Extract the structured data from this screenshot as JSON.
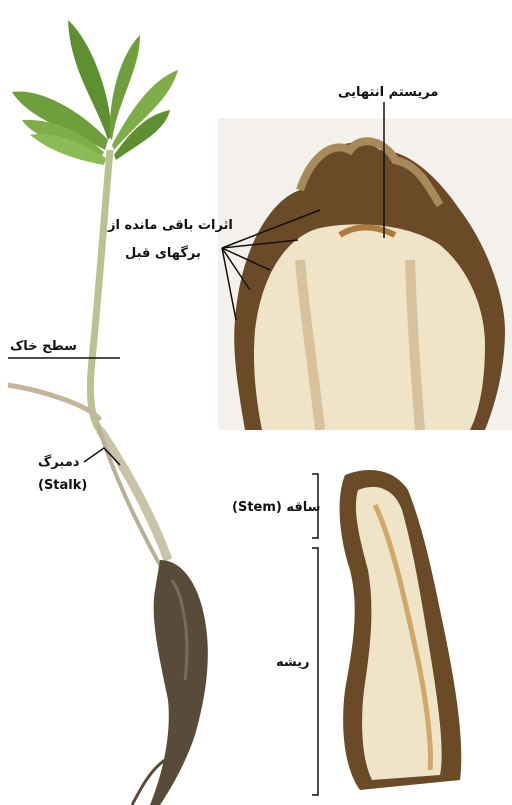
{
  "labels": {
    "apical_meristem": "مریستم انتهایی",
    "leaf_remnants_line1": "اثرات باقی مانده از",
    "leaf_remnants_line2": "برگهای قبل",
    "soil_surface": "سطح خاک",
    "stalk_fa": "دمبرگ",
    "stalk_en": "(Stalk)",
    "stem": "ساقه (Stem)",
    "root": "ریشه"
  },
  "colors": {
    "leaf": "#6f9e3c",
    "leaf_dark": "#4e7a26",
    "stalk": "#b9c38f",
    "root_dark": "#5a4a3a",
    "section_flesh": "#efe3c8",
    "section_bark": "#6b4a28"
  }
}
